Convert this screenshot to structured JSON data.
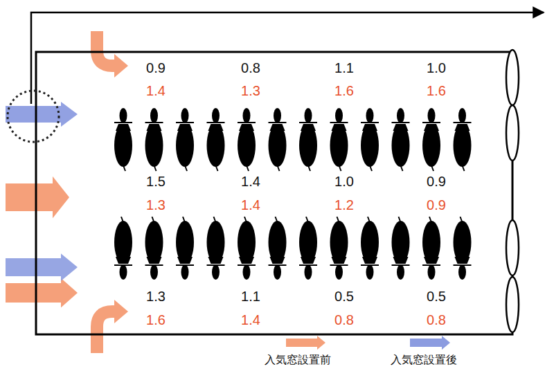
{
  "diagram": {
    "labels": [
      "0.9",
      "0.8",
      "1.1",
      "1.0",
      "1.4",
      "1.3",
      "1.6",
      "1.6",
      "1.5",
      "1.4",
      "1.0",
      "0.9",
      "1.3",
      "1.4",
      "1.2",
      "0.9",
      "1.3",
      "1.1",
      "0.5",
      "0.5",
      "1.6",
      "1.4",
      "0.8",
      "0.8"
    ],
    "legend": [
      {
        "text": "入気窓設置前",
        "color": "#f5a07a"
      },
      {
        "text": "入気窓設置後",
        "color": "#8c9ce0"
      }
    ]
  }
}
